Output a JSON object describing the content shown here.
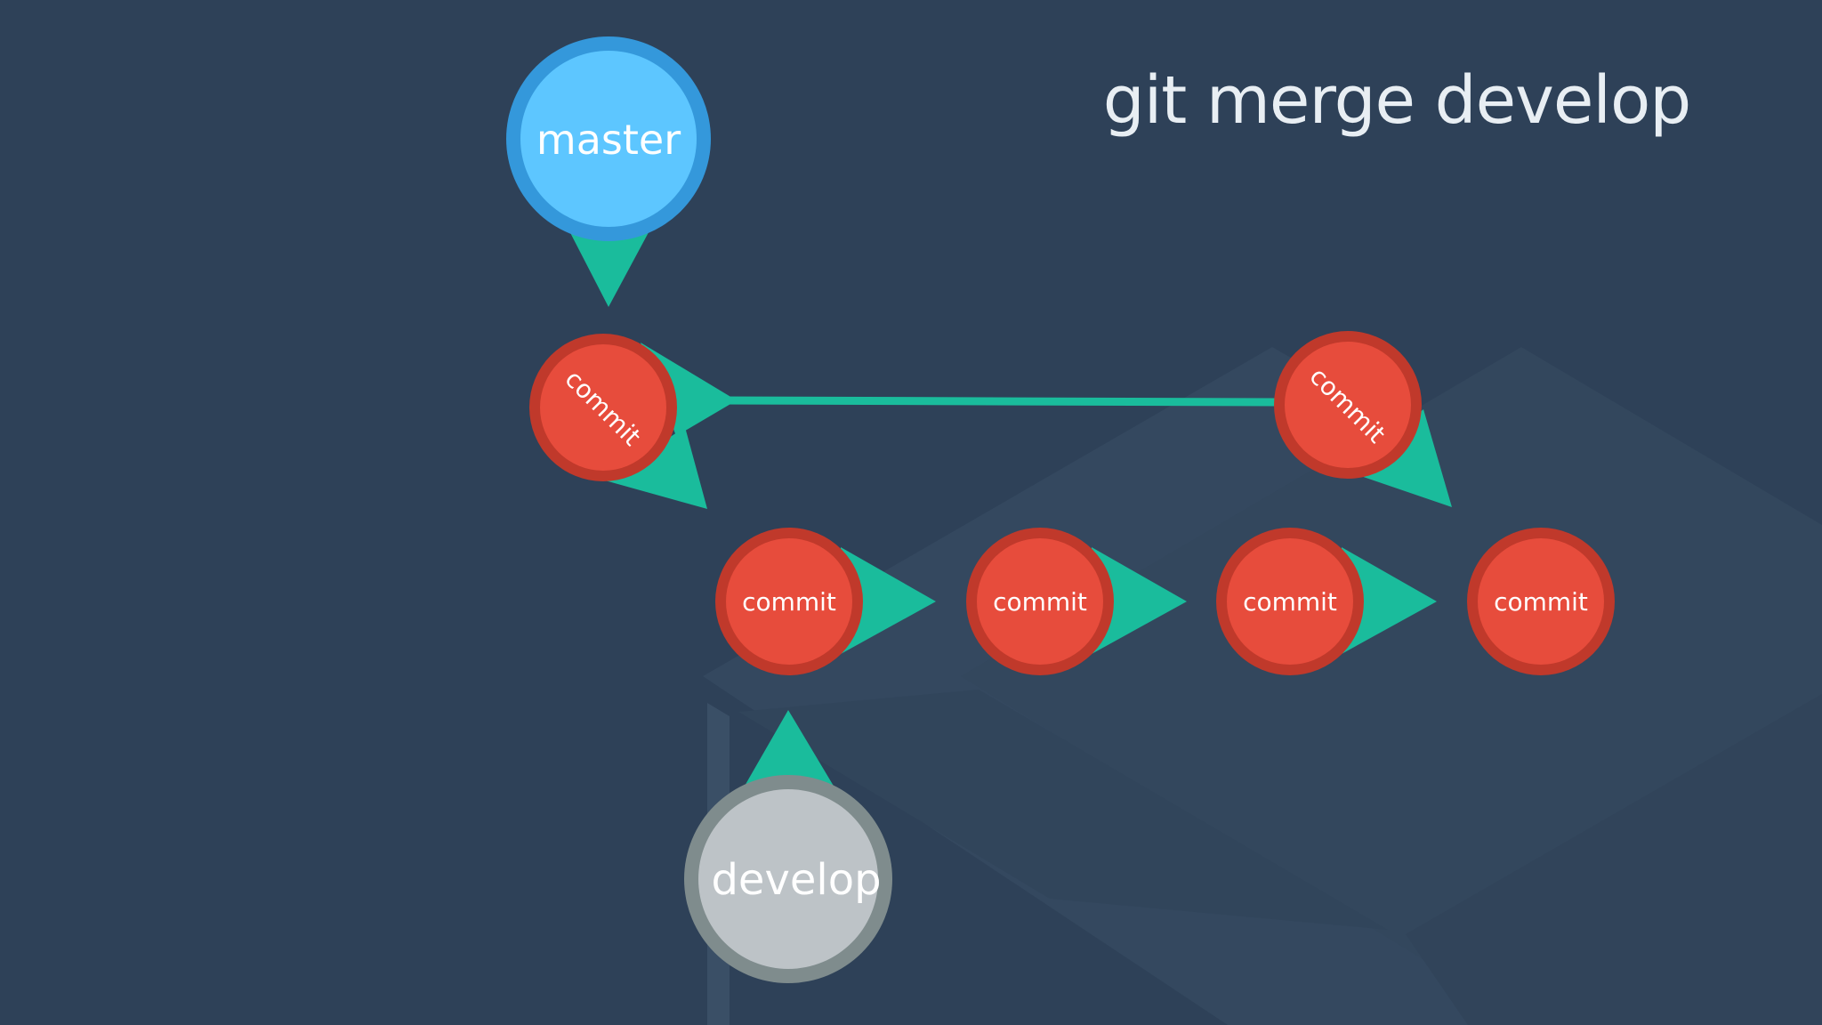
{
  "title": "git merge develop",
  "branches": {
    "master": "master",
    "develop": "develop"
  },
  "commits": {
    "master_base": "commit",
    "merge": "commit",
    "develop_1": "commit",
    "develop_2": "commit",
    "develop_3": "commit",
    "develop_4": "commit"
  },
  "colors": {
    "background": "#2e4158",
    "background_shape": "#354a60",
    "commit_fill": "#e74c3c",
    "commit_ring": "#c0392b",
    "master_fill": "#5dc6ff",
    "master_ring": "#3498db",
    "develop_fill": "#bdc3c7",
    "develop_ring": "#7f8c8d",
    "arrow": "#1abc9c",
    "text": "#ffffff"
  }
}
